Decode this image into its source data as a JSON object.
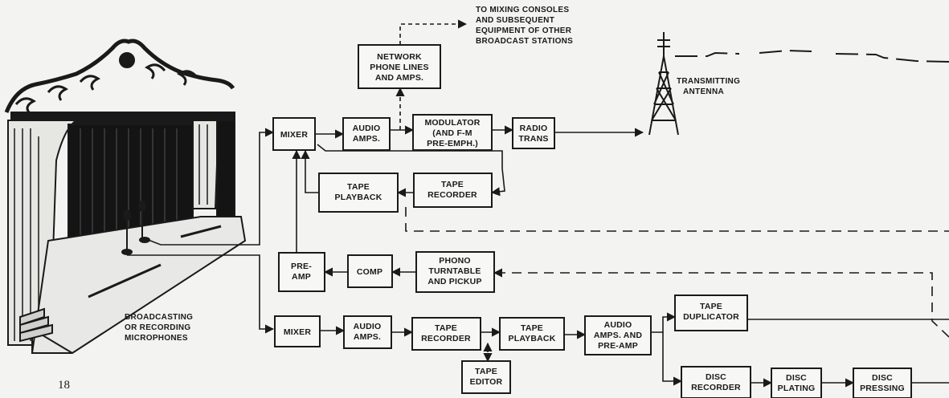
{
  "blocks": {
    "mixer_top": [
      "MIXER"
    ],
    "audio_amps_top": [
      "AUDIO",
      "AMPS."
    ],
    "modulator": [
      "MODULATOR",
      "(AND F-M",
      "PRE-EMPH.)"
    ],
    "radio_trans": [
      "RADIO",
      "TRANS"
    ],
    "network": [
      "NETWORK",
      "PHONE LINES",
      "AND AMPS."
    ],
    "tape_playback_top": [
      "TAPE",
      "PLAYBACK"
    ],
    "tape_recorder_top": [
      "TAPE",
      "RECORDER"
    ],
    "pre_amp": [
      "PRE-",
      "AMP"
    ],
    "comp": [
      "COMP"
    ],
    "phono": [
      "PHONO",
      "TURNTABLE",
      "AND PICKUP"
    ],
    "mixer_bottom": [
      "MIXER"
    ],
    "audio_amps_bottom": [
      "AUDIO",
      "AMPS."
    ],
    "tape_recorder_bottom": [
      "TAPE",
      "RECORDER"
    ],
    "tape_playback_bottom": [
      "TAPE",
      "PLAYBACK"
    ],
    "audio_amps_preamp": [
      "AUDIO",
      "AMPS. AND",
      "PRE-AMP"
    ],
    "tape_duplicator": [
      "TAPE",
      "DUPLICATOR"
    ],
    "tape_editor": [
      "TAPE",
      "EDITOR"
    ],
    "disc_recorder": [
      "DISC",
      "RECORDER"
    ],
    "disc_plating": [
      "DISC",
      "PLATING"
    ],
    "disc_pressing": [
      "DISC",
      "PRESSING"
    ]
  },
  "notes": {
    "mixing_consoles": [
      "TO MIXING CONSOLES",
      "AND SUBSEQUENT",
      "EQUIPMENT OF OTHER",
      "BROADCAST STATIONS"
    ],
    "antenna": [
      "TRANSMITTING",
      "ANTENNA"
    ],
    "microphones": [
      "BROADCASTING",
      "OR RECORDING",
      "MICROPHONES"
    ]
  },
  "page_number": "18",
  "colors": {
    "ink": "#1a1a1a",
    "paper": "#f3f3f1"
  }
}
